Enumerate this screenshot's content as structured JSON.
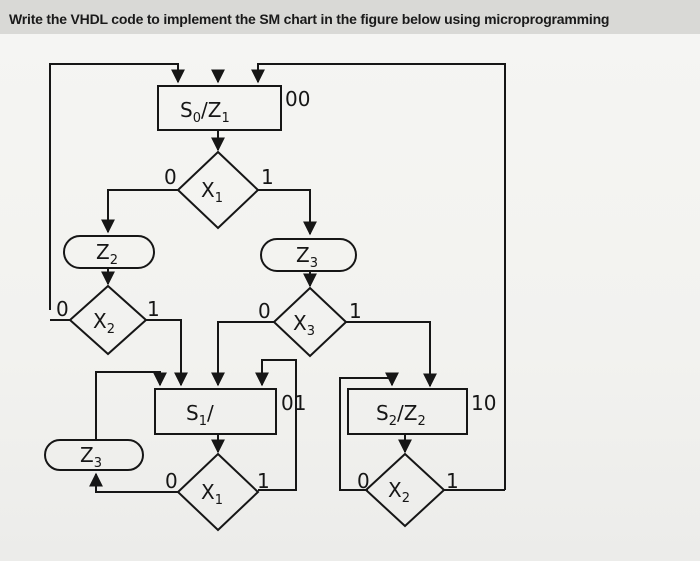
{
  "question": "Write the VHDL code to implement the SM chart in the figure below using microprogramming",
  "states": [
    {
      "name": "S",
      "index": "0",
      "output": "Z",
      "output_index": "1",
      "code": "00"
    },
    {
      "name": "S",
      "index": "1",
      "output": "",
      "output_index": "",
      "code": "01"
    },
    {
      "name": "S",
      "index": "2",
      "output": "Z",
      "output_index": "2",
      "code": "10"
    }
  ],
  "decisions": [
    {
      "var": "X",
      "index": "1",
      "false_label": "0",
      "true_label": "1"
    },
    {
      "var": "X",
      "index": "2",
      "false_label": "0",
      "true_label": "1"
    },
    {
      "var": "X",
      "index": "3",
      "false_label": "0",
      "true_label": "1"
    },
    {
      "var": "X",
      "index": "1",
      "false_label": "0",
      "true_label": "1"
    },
    {
      "var": "X",
      "index": "2",
      "false_label": "0",
      "true_label": "1"
    }
  ],
  "conditional_outputs": [
    {
      "name": "Z",
      "index": "2"
    },
    {
      "name": "Z",
      "index": "3"
    },
    {
      "name": "Z",
      "index": "3"
    }
  ],
  "colors": {
    "ink": "#161616",
    "paper": "#f3f3f1",
    "banner": "#d9d9d6"
  }
}
